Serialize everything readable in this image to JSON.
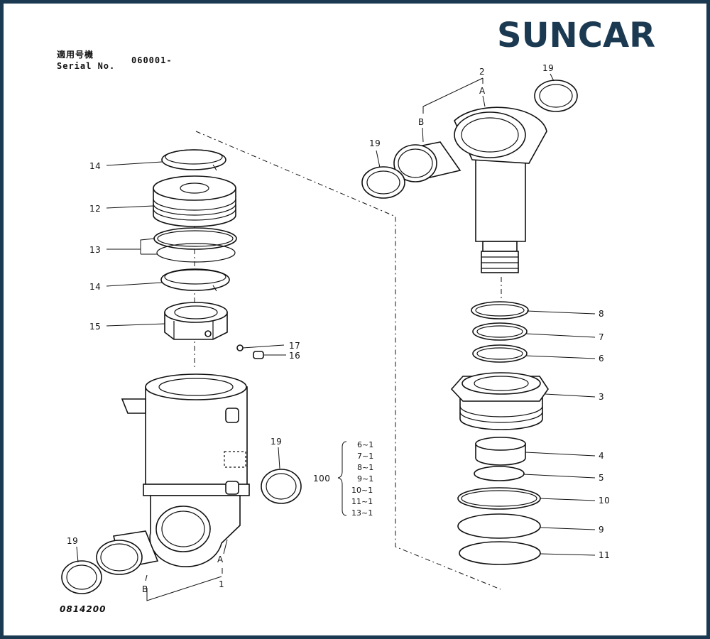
{
  "brand": {
    "logo_text": "SUNCAR",
    "primary_color": "#1b3a52",
    "accent_color": "#2aa7b8"
  },
  "header": {
    "applicable_label": "適用号機",
    "serial_label": "Serial No.",
    "serial_value": "060001-"
  },
  "drawing_code": "0814200",
  "callouts": {
    "p1": "1",
    "p2": "2",
    "p3": "3",
    "p4": "4",
    "p5": "5",
    "p6": "6",
    "p7": "7",
    "p8": "8",
    "p9": "9",
    "p10": "10",
    "p11": "11",
    "p12": "12",
    "p13": "13",
    "p14": "14",
    "p15": "15",
    "p16": "16",
    "p17": "17",
    "p19": "19",
    "a": "A",
    "b": "B",
    "kit": "100"
  },
  "kit_items": [
    "6~1",
    "7~1",
    "8~1",
    "9~1",
    "10~1",
    "11~1",
    "13~1"
  ]
}
